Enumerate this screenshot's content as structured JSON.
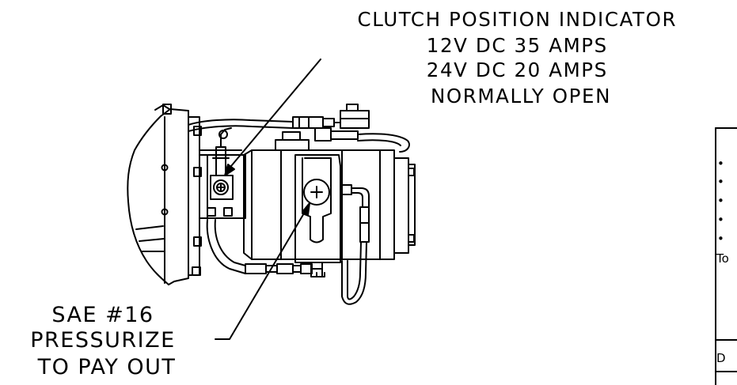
{
  "top_callout": {
    "lines": [
      "CLUTCH POSITION INDICATOR",
      "12V DC 35 AMPS",
      "24V DC 20 AMPS",
      "NORMALLY OPEN"
    ]
  },
  "port_callout": {
    "lines": [
      "SAE #16",
      "PRESSURIZE",
      "TO PAY OUT"
    ]
  },
  "side_panel": {
    "bullets": [
      "•",
      "•",
      "•",
      "•",
      "•"
    ],
    "partial_text_1": "To",
    "partial_text_2": "D"
  }
}
